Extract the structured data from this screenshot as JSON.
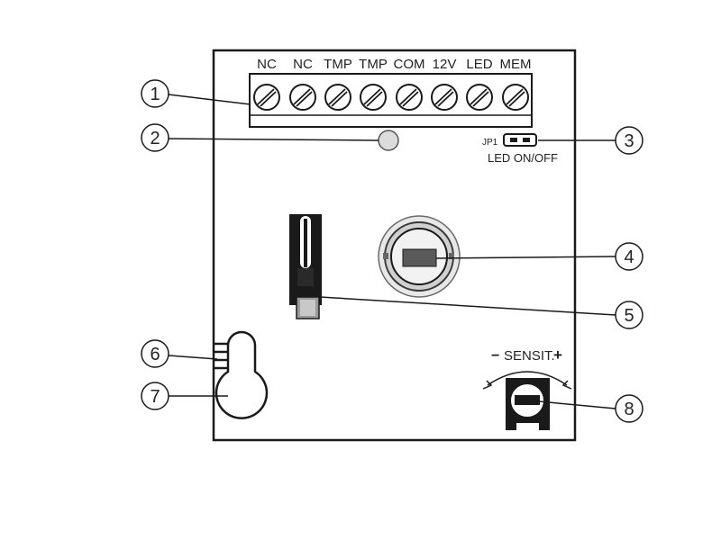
{
  "terminals": [
    "NC",
    "NC",
    "TMP",
    "TMP",
    "COM",
    "12V",
    "LED",
    "MEM"
  ],
  "callouts": [
    "1",
    "2",
    "3",
    "4",
    "5",
    "6",
    "7",
    "8"
  ],
  "jumper": {
    "id": "JP1",
    "label": "LED ON/OFF"
  },
  "sensitivity": {
    "minus": "−",
    "label": "SENSIT.",
    "plus": "+"
  }
}
